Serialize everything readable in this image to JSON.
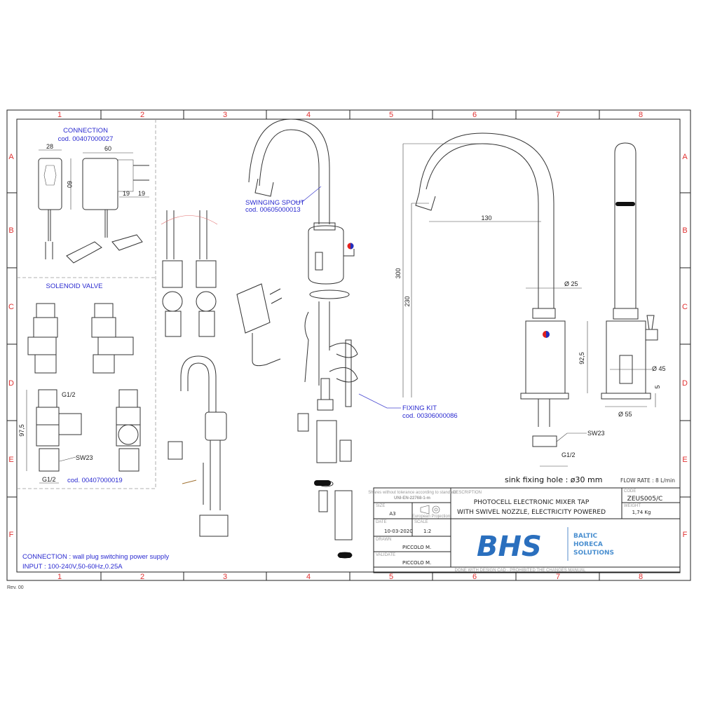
{
  "grid": {
    "columns": [
      "1",
      "2",
      "3",
      "4",
      "5",
      "6",
      "7",
      "8"
    ],
    "rows": [
      "A",
      "B",
      "C",
      "D",
      "E",
      "F"
    ]
  },
  "revision": "Rev. 00",
  "connection": {
    "title": "CONNECTION",
    "code": "cod. 00407000027",
    "dims": {
      "width": "28",
      "depth": "60",
      "height": "60",
      "pin1": "19",
      "pin2": "19"
    }
  },
  "solenoid_valve": {
    "title": "SOLENOID VALVE",
    "code": "cod. 00407000019",
    "dims": {
      "thread_top": "G1/2",
      "height": "97,5",
      "nut": "SW23",
      "thread_bottom": "G1/2"
    }
  },
  "connection_note": {
    "line1": "CONNECTION : wall plug switching power supply",
    "line2": "INPUT : 100-240V,50-60Hz,0.25A"
  },
  "callouts": {
    "spout_title": "SWINGING SPOUT",
    "spout_code": "cod. 00605000013",
    "fixing_title": "FIXING KIT",
    "fixing_code": "cod. 00306000086"
  },
  "front_view_dims": {
    "total_height": "300",
    "outlet_height": "230",
    "reach": "130",
    "spout_diameter": "Ø 25",
    "nut": "SW23",
    "thread": "G1/2"
  },
  "side_view_dims": {
    "body_height": "92,5",
    "body_diameter": "Ø 45",
    "base_thickness": "5",
    "base_diameter": "Ø 55"
  },
  "notes": {
    "sink_hole": "sink fixing hole : ø30 mm",
    "flow_rate": "FLOW RATE : 8 L/min"
  },
  "title_block": {
    "tolerance": "Shares without tolerance according to standard",
    "tolerance_std": "UNI-EN-22768-1-m",
    "size_label": "SIZE",
    "size": "A3",
    "projection": "European Projection",
    "date_label": "DATE",
    "date": "10-03-2020",
    "scale_label": "SCALE",
    "scale": "1:2",
    "drawn_label": "DRAWN",
    "drawn": "PICCOLO M.",
    "validate_label": "VALIDATE",
    "validate": "PICCOLO M.",
    "description_label": "DESCRIPTION",
    "description_line1": "PHOTOCELL ELECTRONIC MIXER TAP",
    "description_line2": "WITH SWIVEL NOZZLE, ELECTRICITY POWERED",
    "code_label": "CODE",
    "code": "ZEUS005/C",
    "weight_label": "WEIGHT",
    "weight": "1,74 Kg",
    "footer": "DONE WITH DESIGN CAD - PROHIBITED THE CHANGES MANUAL",
    "logo": {
      "mark": "BHS",
      "line1": "BALTIC",
      "line2": "HORECA",
      "line3": "SOLUTIONS",
      "color": "#2a6fbe"
    }
  },
  "colors": {
    "grid_labels": "#e03030",
    "callouts": "#2a2ad0",
    "hot": "#e02020",
    "cold": "#2030c0"
  }
}
